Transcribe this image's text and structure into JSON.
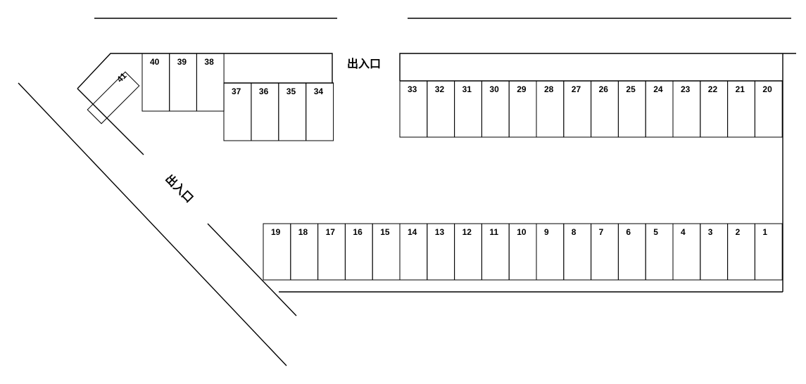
{
  "labels": {
    "entrance_top": "出入口",
    "entrance_diagonal": "出入口"
  },
  "spaces": {
    "bottom_row": [
      "19",
      "18",
      "17",
      "16",
      "15",
      "14",
      "13",
      "12",
      "11",
      "10",
      "9",
      "8",
      "7",
      "6",
      "5",
      "4",
      "3",
      "2",
      "1"
    ],
    "right_top_row": [
      "33",
      "32",
      "31",
      "30",
      "29",
      "28",
      "27",
      "26",
      "25",
      "24",
      "23",
      "22",
      "21",
      "20"
    ],
    "left_upper_row": [
      "40",
      "39",
      "38"
    ],
    "left_lower_row": [
      "37",
      "36",
      "35",
      "34"
    ],
    "angled": "41"
  }
}
